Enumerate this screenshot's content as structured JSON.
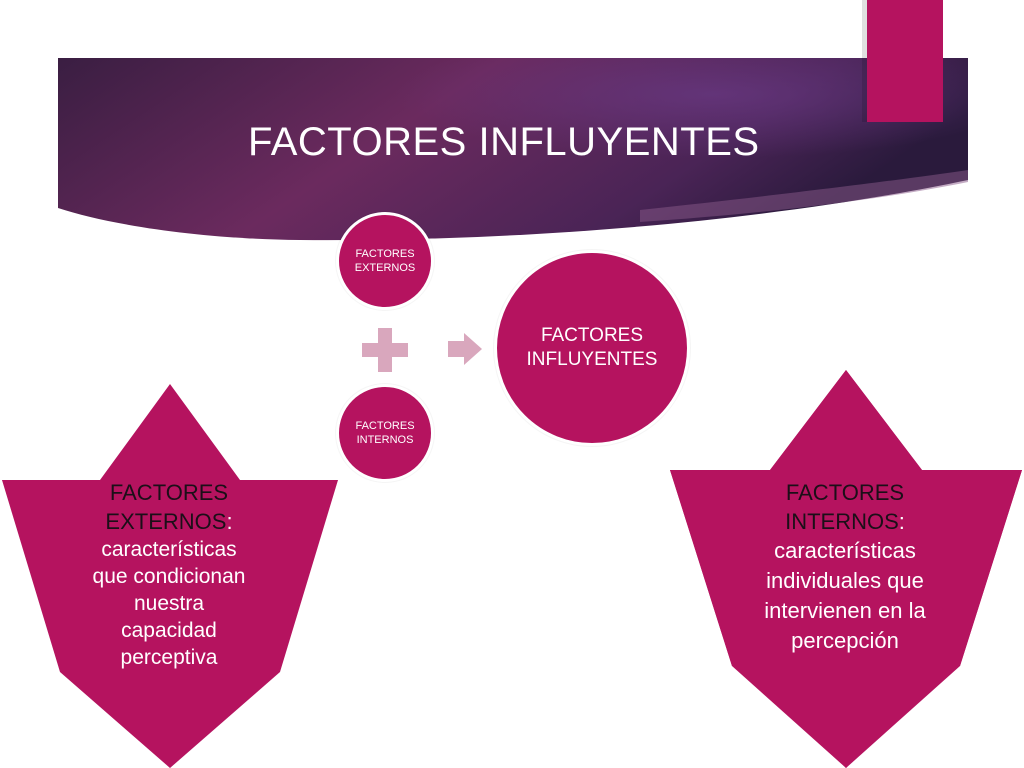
{
  "slide": {
    "title": "FACTORES INFLUYENTES"
  },
  "diagram": {
    "circle_externos": "FACTORES\nEXTERNOS",
    "circle_internos": "FACTORES\nINTERNOS",
    "circle_result": "FACTORES\nINFLUYENTES",
    "plus_icon": "plus-icon",
    "arrow_icon": "arrow-right-icon"
  },
  "star_left": {
    "heading": "FACTORES\nEXTERNOS",
    "colon": ":",
    "body": "características\nque condicionan\nnuestra\ncapacidad\nperceptiva"
  },
  "star_right": {
    "heading": "FACTORES\nINTERNOS",
    "colon": ":",
    "body": "características\nindividuales que\nintervienen en la\npercepción"
  },
  "colors": {
    "banner_dark": "#2b1738",
    "banner_mid": "#5a2a5c",
    "accent": "#b5135f",
    "symbol_light": "#d9a7bd"
  }
}
